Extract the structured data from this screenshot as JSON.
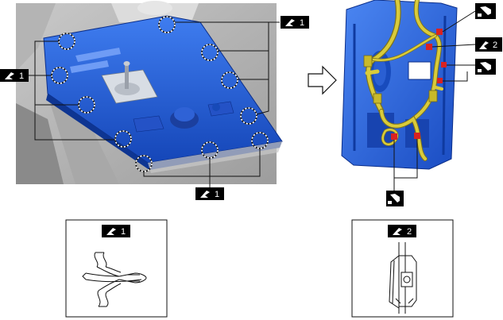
{
  "callouts": {
    "clip_top_right": "1",
    "clip_left": "1",
    "clip_bottom": "1",
    "detail_clip_1": "1",
    "detail_clip_2": "2",
    "connector_badge_2": "2"
  },
  "colors": {
    "panel_blue": "#1f5bd6",
    "harness_yellow": "#d9cb3a",
    "connector_red": "#d92222",
    "badge_black": "#000000",
    "outline": "#111111"
  },
  "icons": {
    "clip_badge": "clip-icon",
    "connector_badge": "connector-disconnect-icon",
    "step_arrow": "arrow-right-icon"
  }
}
